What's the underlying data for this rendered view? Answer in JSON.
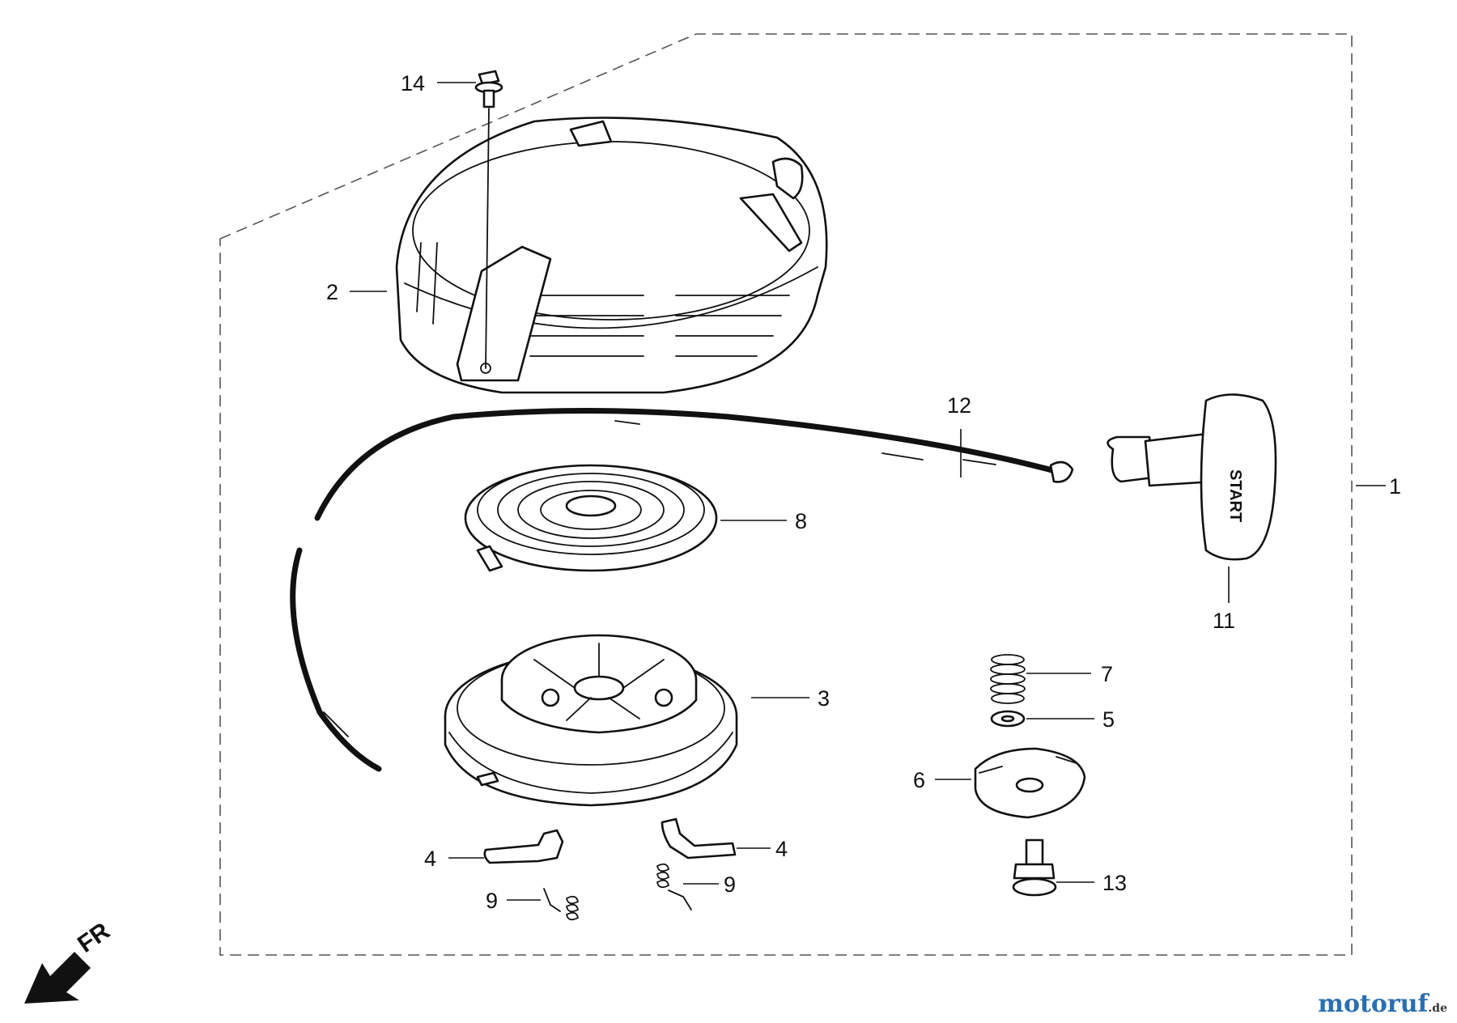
{
  "callouts": [
    {
      "id": "1",
      "label": "1"
    },
    {
      "id": "2",
      "label": "2"
    },
    {
      "id": "3",
      "label": "3"
    },
    {
      "id": "4a",
      "label": "4"
    },
    {
      "id": "4b",
      "label": "4"
    },
    {
      "id": "5",
      "label": "5"
    },
    {
      "id": "6",
      "label": "6"
    },
    {
      "id": "7",
      "label": "7"
    },
    {
      "id": "8",
      "label": "8"
    },
    {
      "id": "9a",
      "label": "9"
    },
    {
      "id": "9b",
      "label": "9"
    },
    {
      "id": "11",
      "label": "11"
    },
    {
      "id": "12",
      "label": "12"
    },
    {
      "id": "13",
      "label": "13"
    },
    {
      "id": "14",
      "label": "14"
    }
  ],
  "grip_text": "START",
  "direction": {
    "label": "FR",
    "icon": "direction-arrow-icon"
  },
  "watermark": {
    "text": "motoruf",
    "suffix": ".de"
  }
}
